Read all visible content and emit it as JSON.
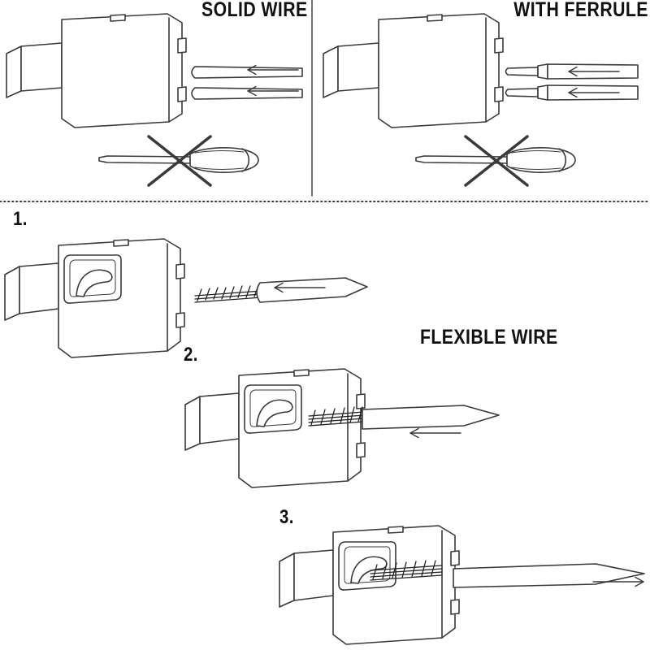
{
  "colors": {
    "background": "#ffffff",
    "line": "#3a3a3a",
    "text": "#111111"
  },
  "sections": {
    "solid_wire": {
      "label": "SOLID WIRE"
    },
    "with_ferrule": {
      "label": "WITH FERRULE"
    },
    "flexible_wire": {
      "label": "FLEXIBLE WIRE",
      "steps": [
        {
          "label": "1."
        },
        {
          "label": "2."
        },
        {
          "label": "3."
        }
      ]
    }
  },
  "illustrations": {
    "solid_wire_panel": "push-in connector, two solid wires with insert arrows, screwdriver crossed out",
    "with_ferrule_panel": "push-in connector, two ferruled wires with insert arrows, screwdriver crossed out",
    "flexible_wire_steps": "open clamp connector; step 1 stripped wire approaching, step 2 wire inserting, step 3 wire clamped with outward arrow"
  }
}
